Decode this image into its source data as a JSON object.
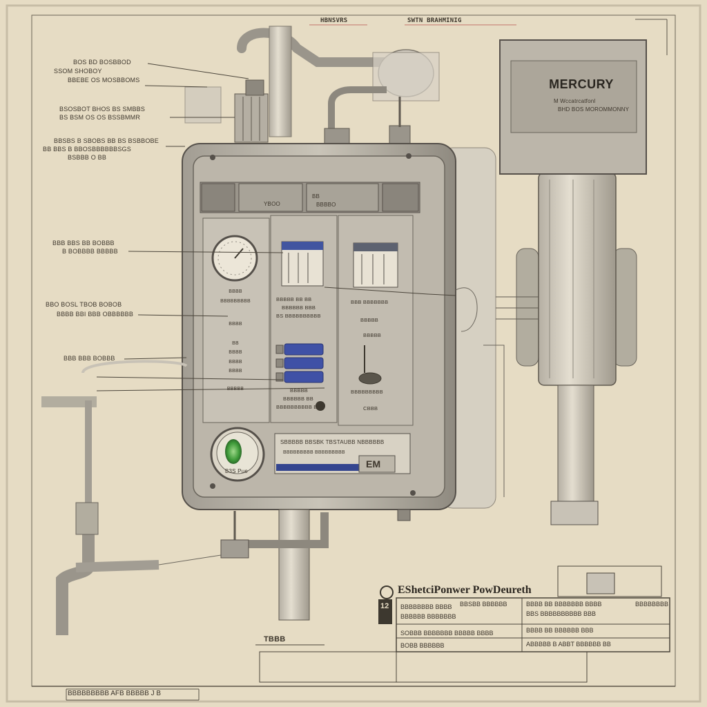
{
  "header": {
    "tab_left": "HBNSVRS",
    "tab_right": "SWTN BRAHMINIG"
  },
  "mercury_unit": {
    "brand": "MERCURY",
    "line1": "M Wccatrcatfonl",
    "line2": "BHD BOS MOROMMONNY"
  },
  "callouts_left": [
    {
      "lines": [
        "BOS BD BOSBBOD",
        "SSOM SHOBOY",
        "BBEBE OS MOSBBOMS"
      ]
    },
    {
      "lines": [
        "BSOSBOT BHOS BS SMBBS",
        "BS BSM OS OS BSSBMMR"
      ]
    },
    {
      "lines": [
        "BBSBS B SBOBS BB BS BSBBOBE",
        "BB BBS B BBOSBBBBBBSGS",
        "BSBBB O BB"
      ]
    },
    {
      "lines": [
        "BBB BBS BB BOBBB",
        "B BOBBBB BBBBB"
      ]
    },
    {
      "lines": [
        "BBO BOSL TBOB BOBOB",
        "BBBB BBI BBB OBBBBBB"
      ]
    },
    {
      "lines": [
        "BBB BBB BOBBB"
      ]
    }
  ],
  "panel": {
    "top_labels": [
      "YBOO",
      "BB",
      "BBBBO"
    ],
    "col_left": [
      "BBBB",
      "BBBBBBBBB",
      "BBBB",
      "BB",
      "BBBB",
      "BBBB",
      "BBBB",
      "BBBBB"
    ],
    "col_mid": [
      "BBBBB BB BB",
      "BBBBBB BBB",
      "BS BBBBBBBBBB",
      "BBBBB",
      "BBBBBB BB",
      "BBBBBBBBBB B"
    ],
    "col_right": [
      "BBB BBBBBBB",
      "BBBBB",
      "BBBBB",
      "BBBBBBBBB",
      "CBBB"
    ],
    "gauge_bottom_label": "B3S Pue",
    "nameplate": {
      "line1": "SBBBBB BBSBK TBSTAUBB NBBBBBB",
      "line2": "BBBBBBBBB BBBBBBBBB",
      "code": "EM"
    }
  },
  "left_bottom_label": "TBBB",
  "title_block": {
    "title": "EShetciPonwer PowDeureth",
    "block_code": "12",
    "rows": [
      {
        "a": "BBBBBBBB BBBB",
        "b": "BBSBB BBBBBB",
        "c": "BBBB BB BBBBBBB BBBB",
        "d": "BBBBBBBB"
      },
      {
        "a": "BBBBBB BBBBBBB",
        "b": "",
        "c": "BBS BBBBBBBBBB BBB",
        "d": ""
      },
      {
        "a": "SOBBB BBBBBBB BBBBB BBBB",
        "b": "",
        "c": "BBBB BB BBBBBB BBB",
        "d": ""
      },
      {
        "a": "BOBB BBBBBB",
        "b": "",
        "c": "ABBBBB B ABBT BBBBBB BB",
        "d": ""
      }
    ]
  },
  "frame_code": "BBBBBBBBB AFB BBBBB J B"
}
